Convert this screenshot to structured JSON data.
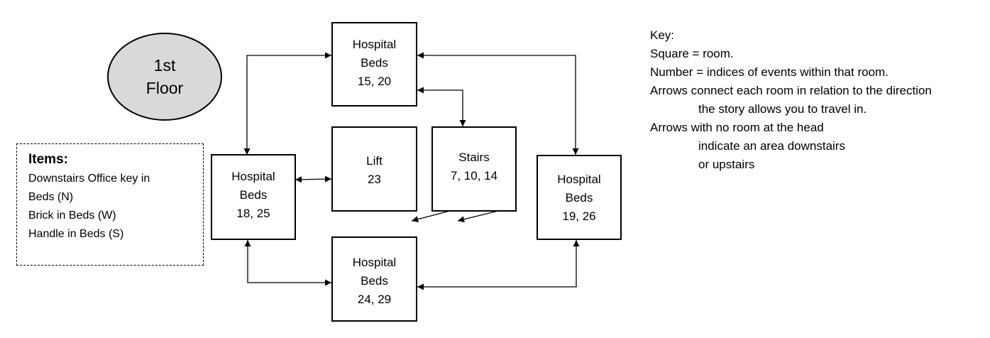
{
  "floor_label": {
    "line1": "1st",
    "line2": "Floor"
  },
  "rooms": {
    "beds_north": {
      "line1": "Hospital",
      "line2": "Beds",
      "line3": "15, 20"
    },
    "beds_west": {
      "line1": "Hospital",
      "line2": "Beds",
      "line3": "18, 25"
    },
    "lift": {
      "line1": "Lift",
      "line2": "23"
    },
    "stairs": {
      "line1": "Stairs",
      "line2": "7, 10, 14"
    },
    "beds_east": {
      "line1": "Hospital",
      "line2": "Beds",
      "line3": "19, 26"
    },
    "beds_south": {
      "line1": "Hospital",
      "line2": "Beds",
      "line3": "24, 29"
    }
  },
  "items": {
    "title": "Items:",
    "lines": [
      "Downstairs Office key in",
      "Beds (N)",
      "Brick in Beds (W)",
      "Handle in Beds (S)"
    ]
  },
  "key": {
    "title": "Key:",
    "lines": [
      "Square = room.",
      "Number = indices of events within that room.",
      "Arrows connect each room in relation to the direction",
      "the story allows you to travel in.",
      "Arrows with no room at the head",
      "indicate an area downstairs",
      "or upstairs"
    ]
  },
  "colors": {
    "line": "#000000",
    "floor_badge_fill": "#d9d9d9",
    "background": "#ffffff"
  }
}
